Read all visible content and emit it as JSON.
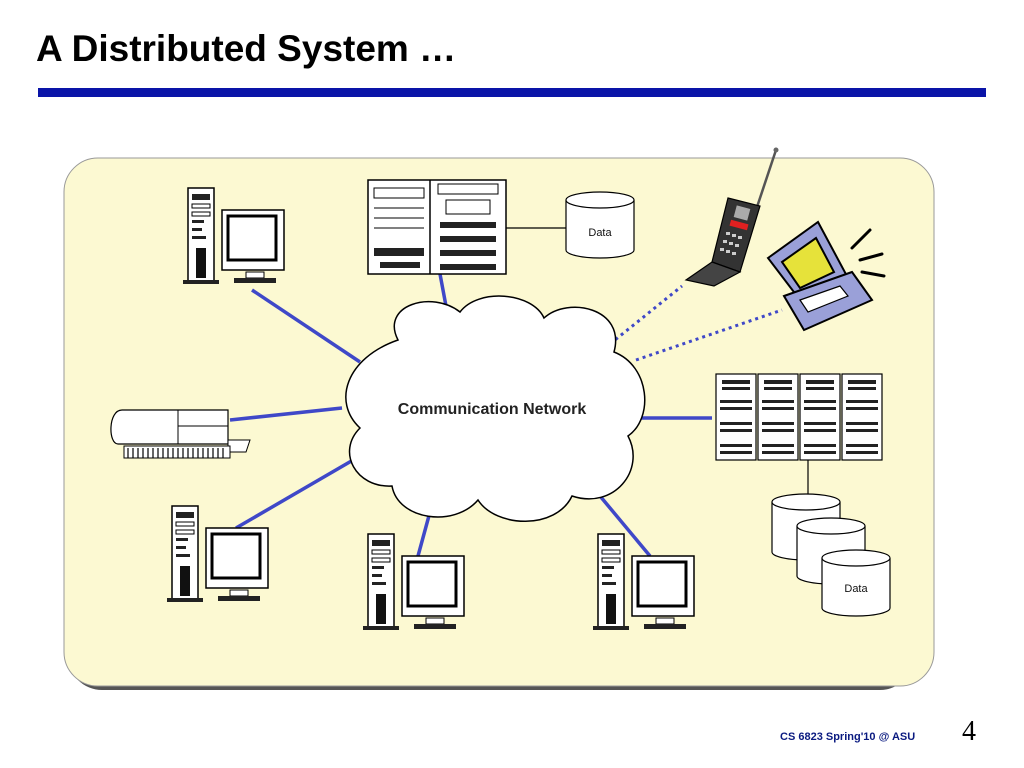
{
  "slide": {
    "title": "A Distributed System …",
    "footer": "CS 6823 Spring'10 @ ASU",
    "page_number": "4"
  },
  "diagram": {
    "network_label": "Communication Network",
    "data_label_top": "Data",
    "data_label_bottom": "Data"
  },
  "colors": {
    "title_rule": "#0a14a8",
    "panel_fill": "#fcf9d2",
    "link_line": "#3f48c8",
    "footer_text": "#0a1a80"
  },
  "icons": [
    "workstation-icon",
    "server-rack-icon",
    "database-icon",
    "cell-phone-icon",
    "laptop-icon",
    "printer-icon",
    "server-cluster-icon",
    "cloud-icon"
  ]
}
